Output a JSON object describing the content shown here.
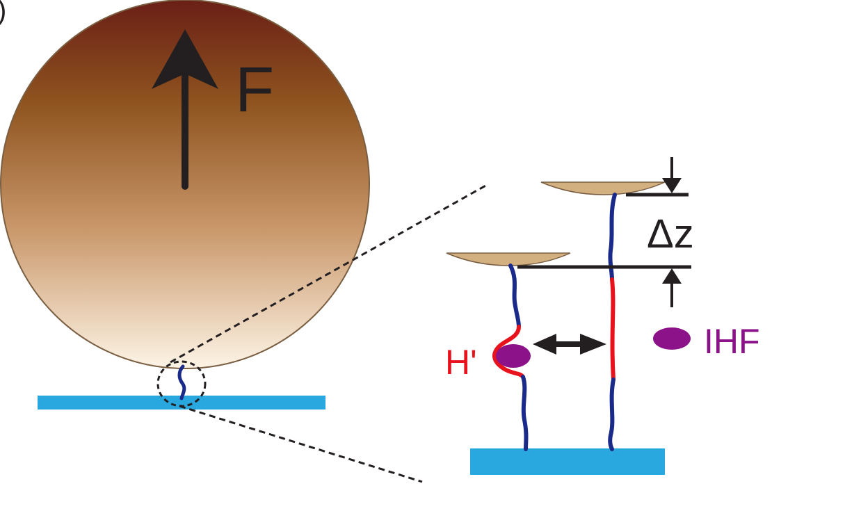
{
  "panel_mark": ")",
  "labels": {
    "force": "F",
    "delta_z": "Δz",
    "h_prime": "H'",
    "ihf": "IHF"
  },
  "colors": {
    "bead_top": "#6a1f16",
    "bead_mid": "#8f541f",
    "bead_bottom": "#fdf4e6",
    "bead_outline": "#7a5e42",
    "surface": "#29a8df",
    "dna": "#1a2a8a",
    "dna_bound_segment": "#e8121c",
    "ihf_protein": "#8b1289",
    "label_red": "#e8121c",
    "label_purple": "#8b1289",
    "arrow": "#231f20",
    "bead_cap": "#d3b080"
  }
}
